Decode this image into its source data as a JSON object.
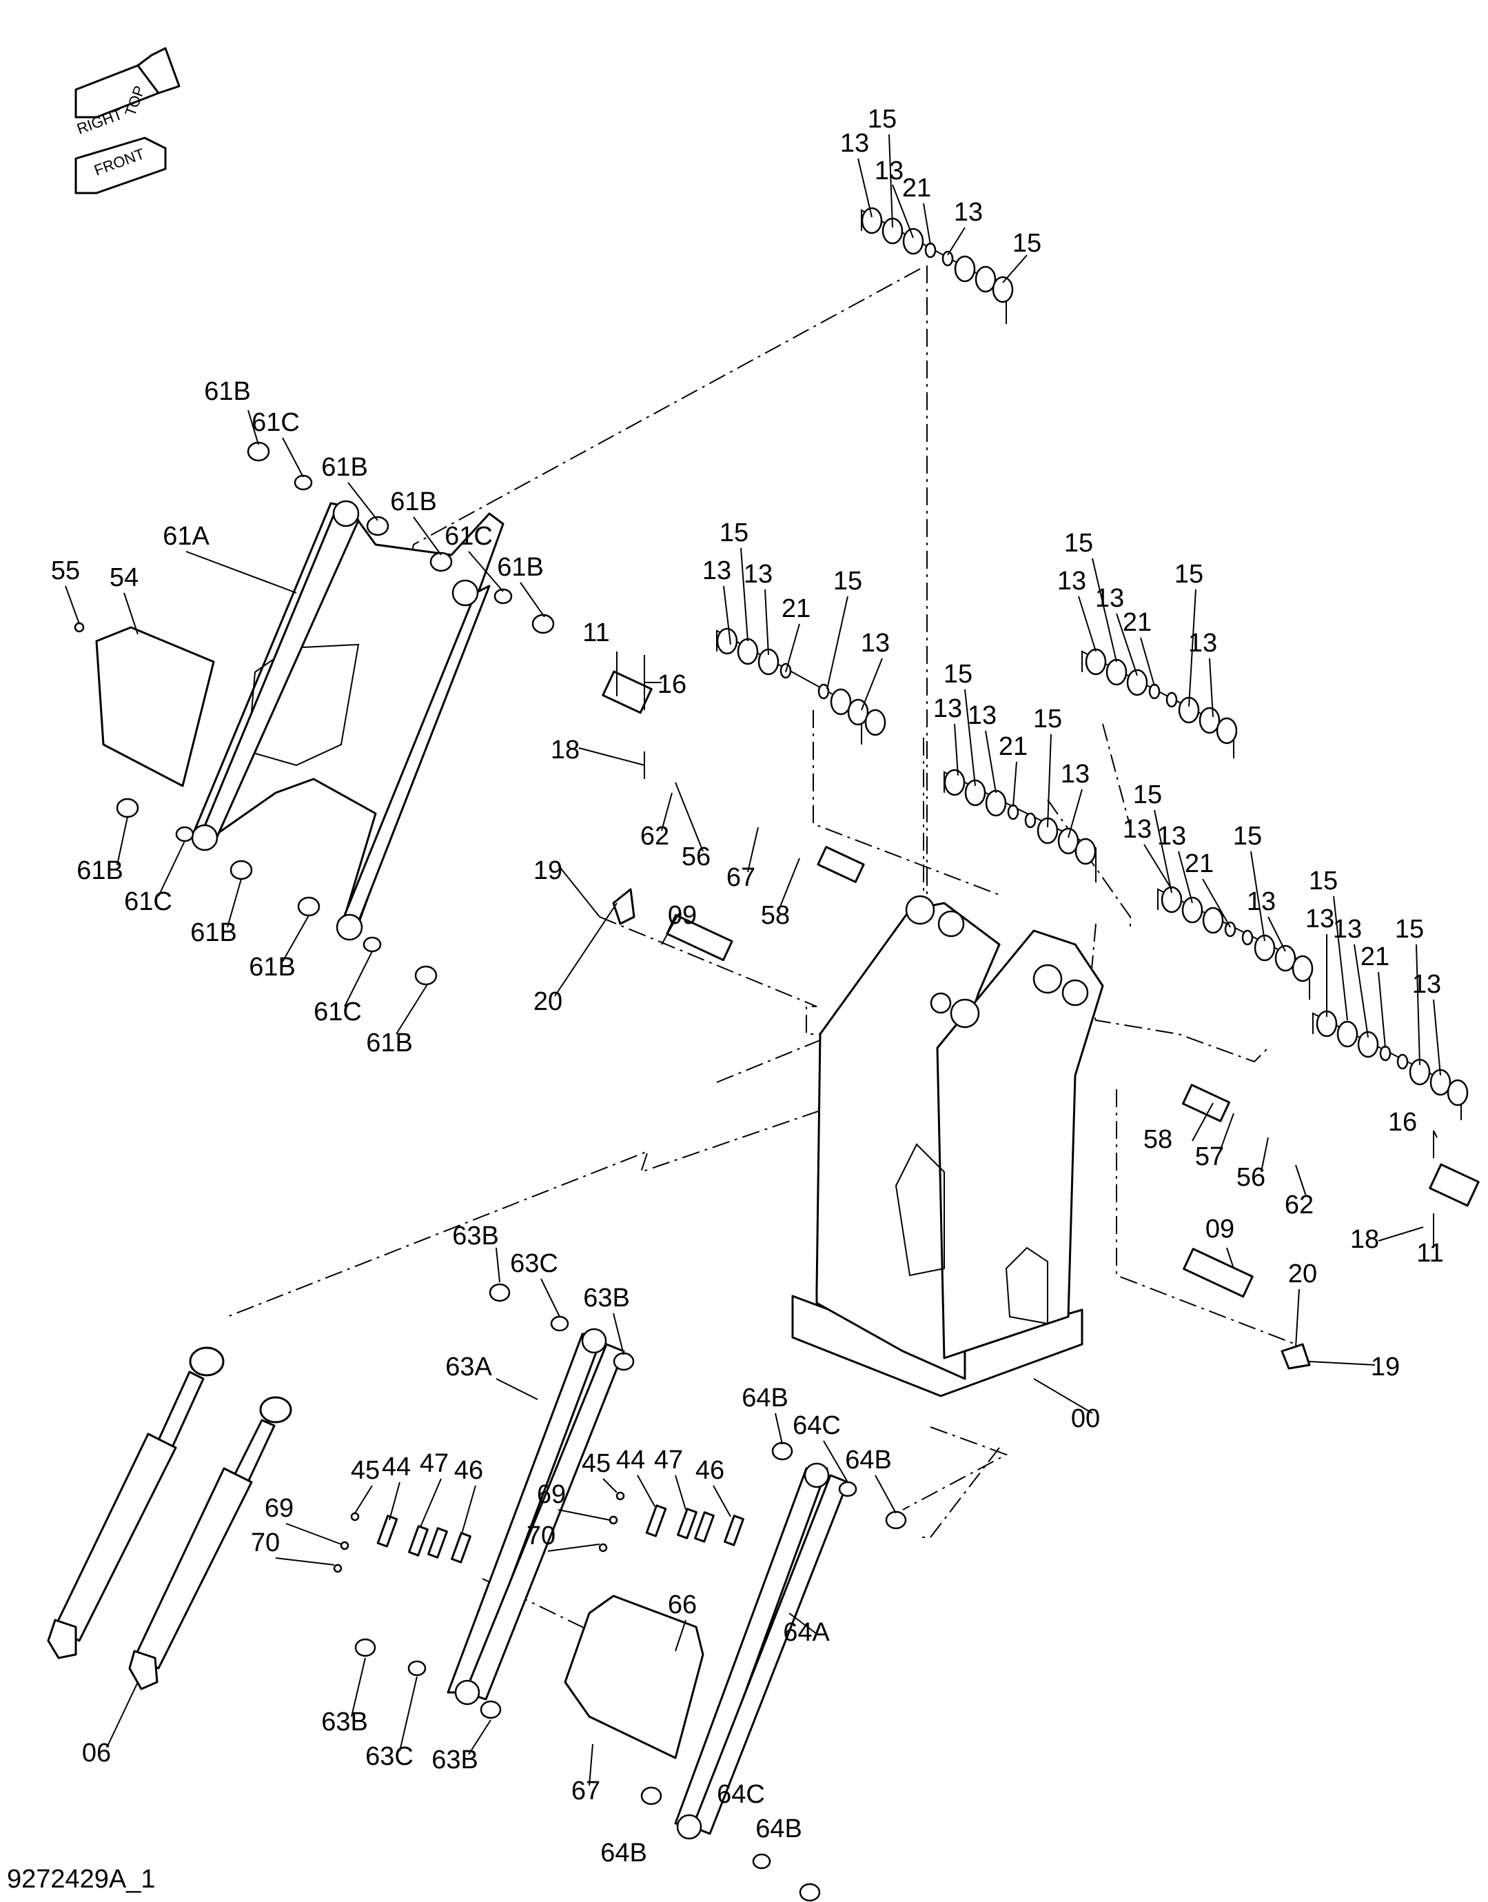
{
  "drawing_id": "9272429A_1",
  "orientation_labels": {
    "top": "TOP",
    "right": "RIGHT",
    "front": "FRONT"
  },
  "callouts": [
    {
      "label": "15"
    },
    {
      "label": "13"
    },
    {
      "label": "13"
    },
    {
      "label": "21"
    },
    {
      "label": "13"
    },
    {
      "label": "15"
    },
    {
      "label": "61B"
    },
    {
      "label": "61C"
    },
    {
      "label": "61B"
    },
    {
      "label": "61B"
    },
    {
      "label": "61C"
    },
    {
      "label": "61B"
    },
    {
      "label": "61A"
    },
    {
      "label": "55"
    },
    {
      "label": "54"
    },
    {
      "label": "61B"
    },
    {
      "label": "61C"
    },
    {
      "label": "61B"
    },
    {
      "label": "61B"
    },
    {
      "label": "61C"
    },
    {
      "label": "61B"
    },
    {
      "label": "11"
    },
    {
      "label": "16"
    },
    {
      "label": "18"
    },
    {
      "label": "62"
    },
    {
      "label": "56"
    },
    {
      "label": "67"
    },
    {
      "label": "58"
    },
    {
      "label": "19"
    },
    {
      "label": "09"
    },
    {
      "label": "20"
    },
    {
      "label": "15"
    },
    {
      "label": "13"
    },
    {
      "label": "13"
    },
    {
      "label": "21"
    },
    {
      "label": "15"
    },
    {
      "label": "13"
    },
    {
      "label": "15"
    },
    {
      "label": "13"
    },
    {
      "label": "13"
    },
    {
      "label": "21"
    },
    {
      "label": "15"
    },
    {
      "label": "13"
    },
    {
      "label": "15"
    },
    {
      "label": "13"
    },
    {
      "label": "13"
    },
    {
      "label": "21"
    },
    {
      "label": "15"
    },
    {
      "label": "13"
    },
    {
      "label": "15"
    },
    {
      "label": "13"
    },
    {
      "label": "13"
    },
    {
      "label": "21"
    },
    {
      "label": "15"
    },
    {
      "label": "13"
    },
    {
      "label": "15"
    },
    {
      "label": "13"
    },
    {
      "label": "13"
    },
    {
      "label": "21"
    },
    {
      "label": "15"
    },
    {
      "label": "13"
    },
    {
      "label": "58"
    },
    {
      "label": "57"
    },
    {
      "label": "56"
    },
    {
      "label": "62"
    },
    {
      "label": "16"
    },
    {
      "label": "18"
    },
    {
      "label": "11"
    },
    {
      "label": "09"
    },
    {
      "label": "20"
    },
    {
      "label": "19"
    },
    {
      "label": "00"
    },
    {
      "label": "63B"
    },
    {
      "label": "63C"
    },
    {
      "label": "63B"
    },
    {
      "label": "63A"
    },
    {
      "label": "45"
    },
    {
      "label": "44"
    },
    {
      "label": "47"
    },
    {
      "label": "46"
    },
    {
      "label": "69"
    },
    {
      "label": "70"
    },
    {
      "label": "45"
    },
    {
      "label": "44"
    },
    {
      "label": "47"
    },
    {
      "label": "46"
    },
    {
      "label": "69"
    },
    {
      "label": "70"
    },
    {
      "label": "64B"
    },
    {
      "label": "64C"
    },
    {
      "label": "64B"
    },
    {
      "label": "64A"
    },
    {
      "label": "66"
    },
    {
      "label": "63B"
    },
    {
      "label": "63C"
    },
    {
      "label": "63B"
    },
    {
      "label": "67"
    },
    {
      "label": "06"
    },
    {
      "label": "64B"
    },
    {
      "label": "64C"
    },
    {
      "label": "64B"
    }
  ]
}
